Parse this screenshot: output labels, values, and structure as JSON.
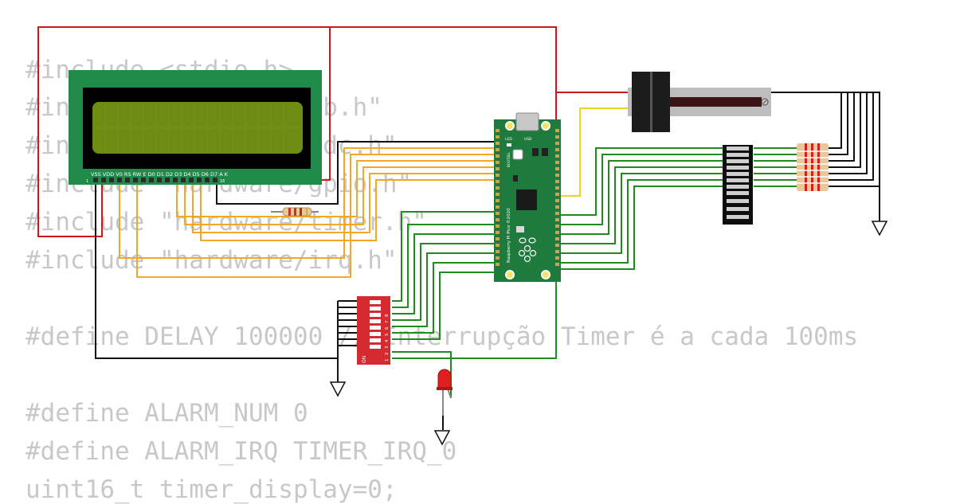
{
  "code": {
    "lines": [
      "#include <stdio.h>",
      "#include \"pico/stdlib.h\"",
      "#include \"hardware/adc.h\"",
      "#include \"hardware/gpio.h\"",
      "#include \"hardware/timer.h\"",
      "#include \"hardware/irq.h\"",
      "#define DELAY 100000 // Interrupção Timer é a cada 100ms",
      "#define ALARM_NUM 0",
      "#define ALARM_IRQ TIMER_IRQ_0",
      "uint16_t timer_display=0;"
    ]
  },
  "lcd": {
    "pin_labels": "VSS VDD V0 RS RW E D0 D1 D2 D3 D4 D5 D6 D7 A K",
    "pin_first": "1",
    "pin_last": "16"
  },
  "pico": {
    "label_led": "LED",
    "label_usb": "USB",
    "label_bootsel": "BOOTSEL",
    "board_name": "Raspberry Pi Pico ©2020"
  },
  "dip_switch": {
    "on_label": "ON",
    "numbers": [
      "1",
      "2",
      "3",
      "4",
      "5",
      "6",
      "7",
      "8"
    ]
  },
  "colors": {
    "wire_red": "#cc1a1a",
    "wire_orange": "#f5a623",
    "wire_green": "#1f8c1f",
    "wire_black": "#111111",
    "wire_yellow": "#f2d21a",
    "lcd_board": "#1f8a4a",
    "lcd_screen": "#6e8c12",
    "pico_board": "#1f7a3d",
    "dip_body": "#d42b30",
    "led_red": "#e02020"
  },
  "icons": [
    "ground-symbol",
    "raspberry-logo",
    "resistor",
    "led",
    "slide-potentiometer",
    "dip-switch",
    "led-bar-graph"
  ]
}
